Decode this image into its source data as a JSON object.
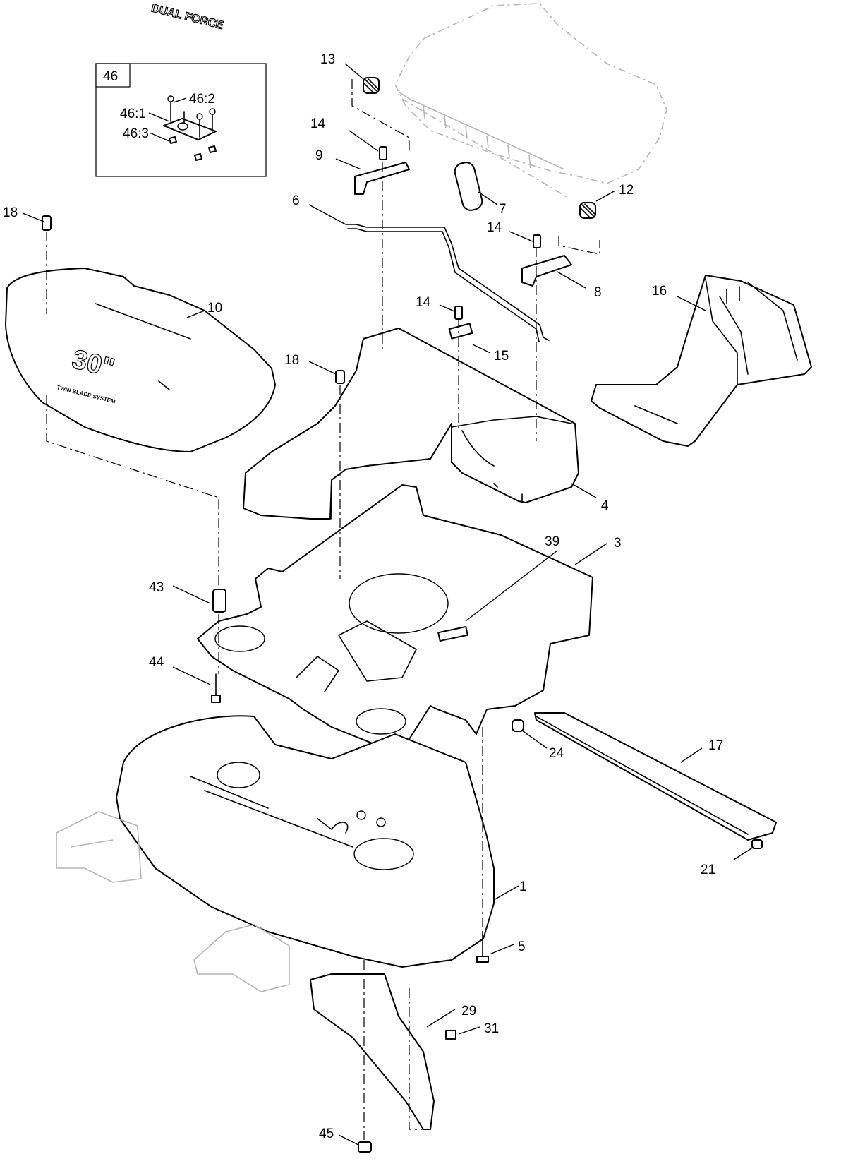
{
  "inset": {
    "box_label": "46",
    "callouts": [
      "46:1",
      "46:2",
      "46:3"
    ]
  },
  "logo": {
    "size": "30\"",
    "line1": "DUAL FORCE",
    "line2": "TWIN BLADE SYSTEM"
  },
  "callouts": [
    {
      "id": "c13",
      "text": "13"
    },
    {
      "id": "c14a",
      "text": "14"
    },
    {
      "id": "c9",
      "text": "9"
    },
    {
      "id": "c6",
      "text": "6"
    },
    {
      "id": "c7",
      "text": "7"
    },
    {
      "id": "c12",
      "text": "12"
    },
    {
      "id": "c14b",
      "text": "14"
    },
    {
      "id": "c8",
      "text": "8"
    },
    {
      "id": "c18a",
      "text": "18"
    },
    {
      "id": "c10",
      "text": "10"
    },
    {
      "id": "c16",
      "text": "16"
    },
    {
      "id": "c14c",
      "text": "14"
    },
    {
      "id": "c15",
      "text": "15"
    },
    {
      "id": "c18b",
      "text": "18"
    },
    {
      "id": "c4",
      "text": "4"
    },
    {
      "id": "c39",
      "text": "39"
    },
    {
      "id": "c3",
      "text": "3"
    },
    {
      "id": "c43",
      "text": "43"
    },
    {
      "id": "c44",
      "text": "44"
    },
    {
      "id": "c24",
      "text": "24"
    },
    {
      "id": "c17",
      "text": "17"
    },
    {
      "id": "c21",
      "text": "21"
    },
    {
      "id": "c1",
      "text": "1"
    },
    {
      "id": "c5",
      "text": "5"
    },
    {
      "id": "c29",
      "text": "29"
    },
    {
      "id": "c31",
      "text": "31"
    },
    {
      "id": "c45",
      "text": "45"
    }
  ]
}
